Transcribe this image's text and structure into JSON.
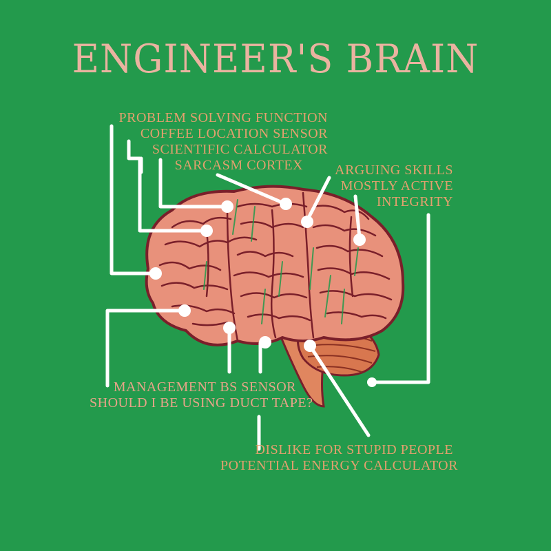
{
  "title": "ENGINEER'S BRAIN",
  "labels": {
    "problem_solving": "PROBLEM SOLVING FUNCTION",
    "coffee_location": "COFFEE LOCATION SENSOR",
    "scientific_calculator": "SCIENTIFIC CALCULATOR",
    "sarcasm_cortex": "SARCASM CORTEX",
    "arguing_skills": "ARGUING SKILLS",
    "mostly_active": "MOSTLY ACTIVE",
    "integrity": "INTEGRITY",
    "management_bs": "MANAGEMENT BS SENSOR",
    "duct_tape": "SHOULD I BE USING DUCT TAPE?",
    "dislike_stupid": "DISLIKE FOR STUPID PEOPLE",
    "potential_energy": "POTENTIAL ENERGY CALCULATOR"
  },
  "colors": {
    "background": "#239a4c",
    "title": "#eab3a0",
    "label": "#e3a06e",
    "brain_fill": "#e8917b",
    "brain_outline": "#7a1f2a",
    "cerebellum": "#d8774f",
    "leader_line": "#ffffff"
  },
  "icons": {
    "brain": "brain-illustration"
  }
}
